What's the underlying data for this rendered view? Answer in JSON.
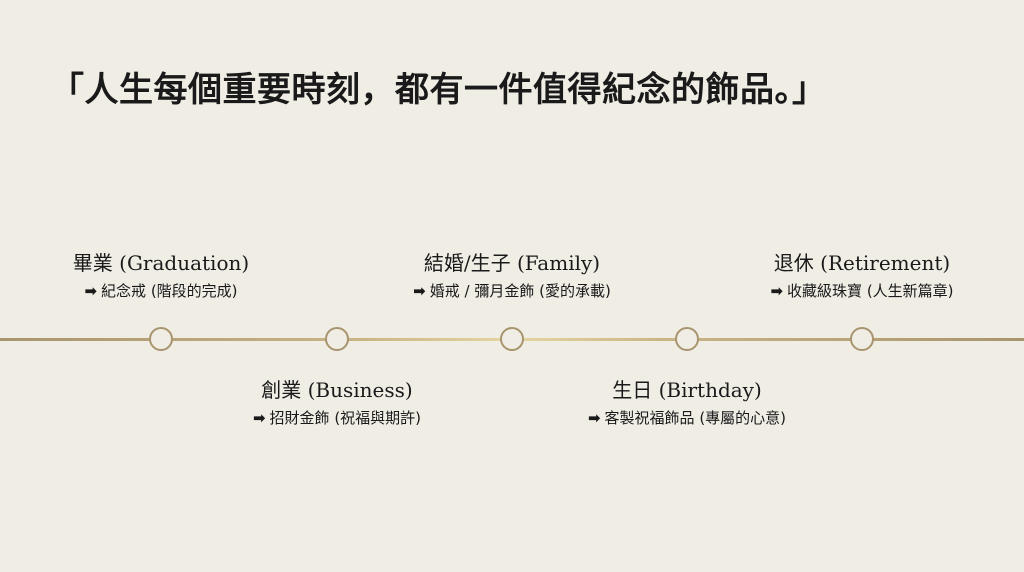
{
  "title": "「人生每個重要時刻，都有一件值得紀念的飾品。」",
  "arrow_glyph": "➡",
  "milestones": [
    {
      "title": "畢業 (Graduation)",
      "desc": "紀念戒 (階段的完成)"
    },
    {
      "title": "創業 (Business)",
      "desc": "招財金飾 (祝福與期許)"
    },
    {
      "title": "結婚/生子 (Family)",
      "desc": "婚戒 / 彌月金飾 (愛的承載)"
    },
    {
      "title": "生日 (Birthday)",
      "desc": "客製祝福飾品 (專屬的心意)"
    },
    {
      "title": "退休 (Retirement)",
      "desc": "收藏級珠寶 (人生新篇章)"
    }
  ],
  "colors": {
    "background": "#f0ede5",
    "line_gold": "#c9b486",
    "node_border": "#a8946e",
    "text": "#1a1a1a"
  }
}
